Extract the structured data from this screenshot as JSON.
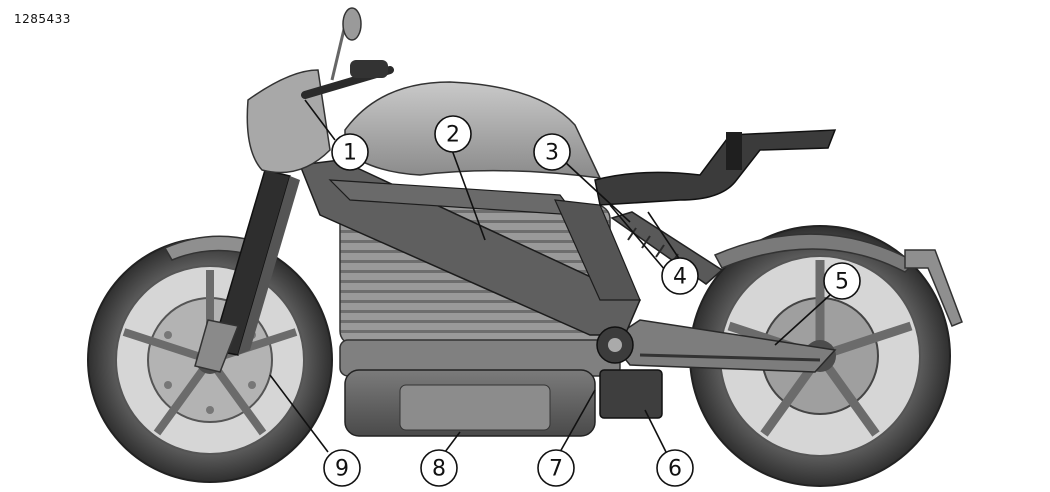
{
  "figure_id": "1285433",
  "callouts": [
    {
      "label": "1"
    },
    {
      "label": "2"
    },
    {
      "label": "3"
    },
    {
      "label": "4"
    },
    {
      "label": "5"
    },
    {
      "label": "6"
    },
    {
      "label": "7"
    },
    {
      "label": "8"
    },
    {
      "label": "9"
    }
  ]
}
